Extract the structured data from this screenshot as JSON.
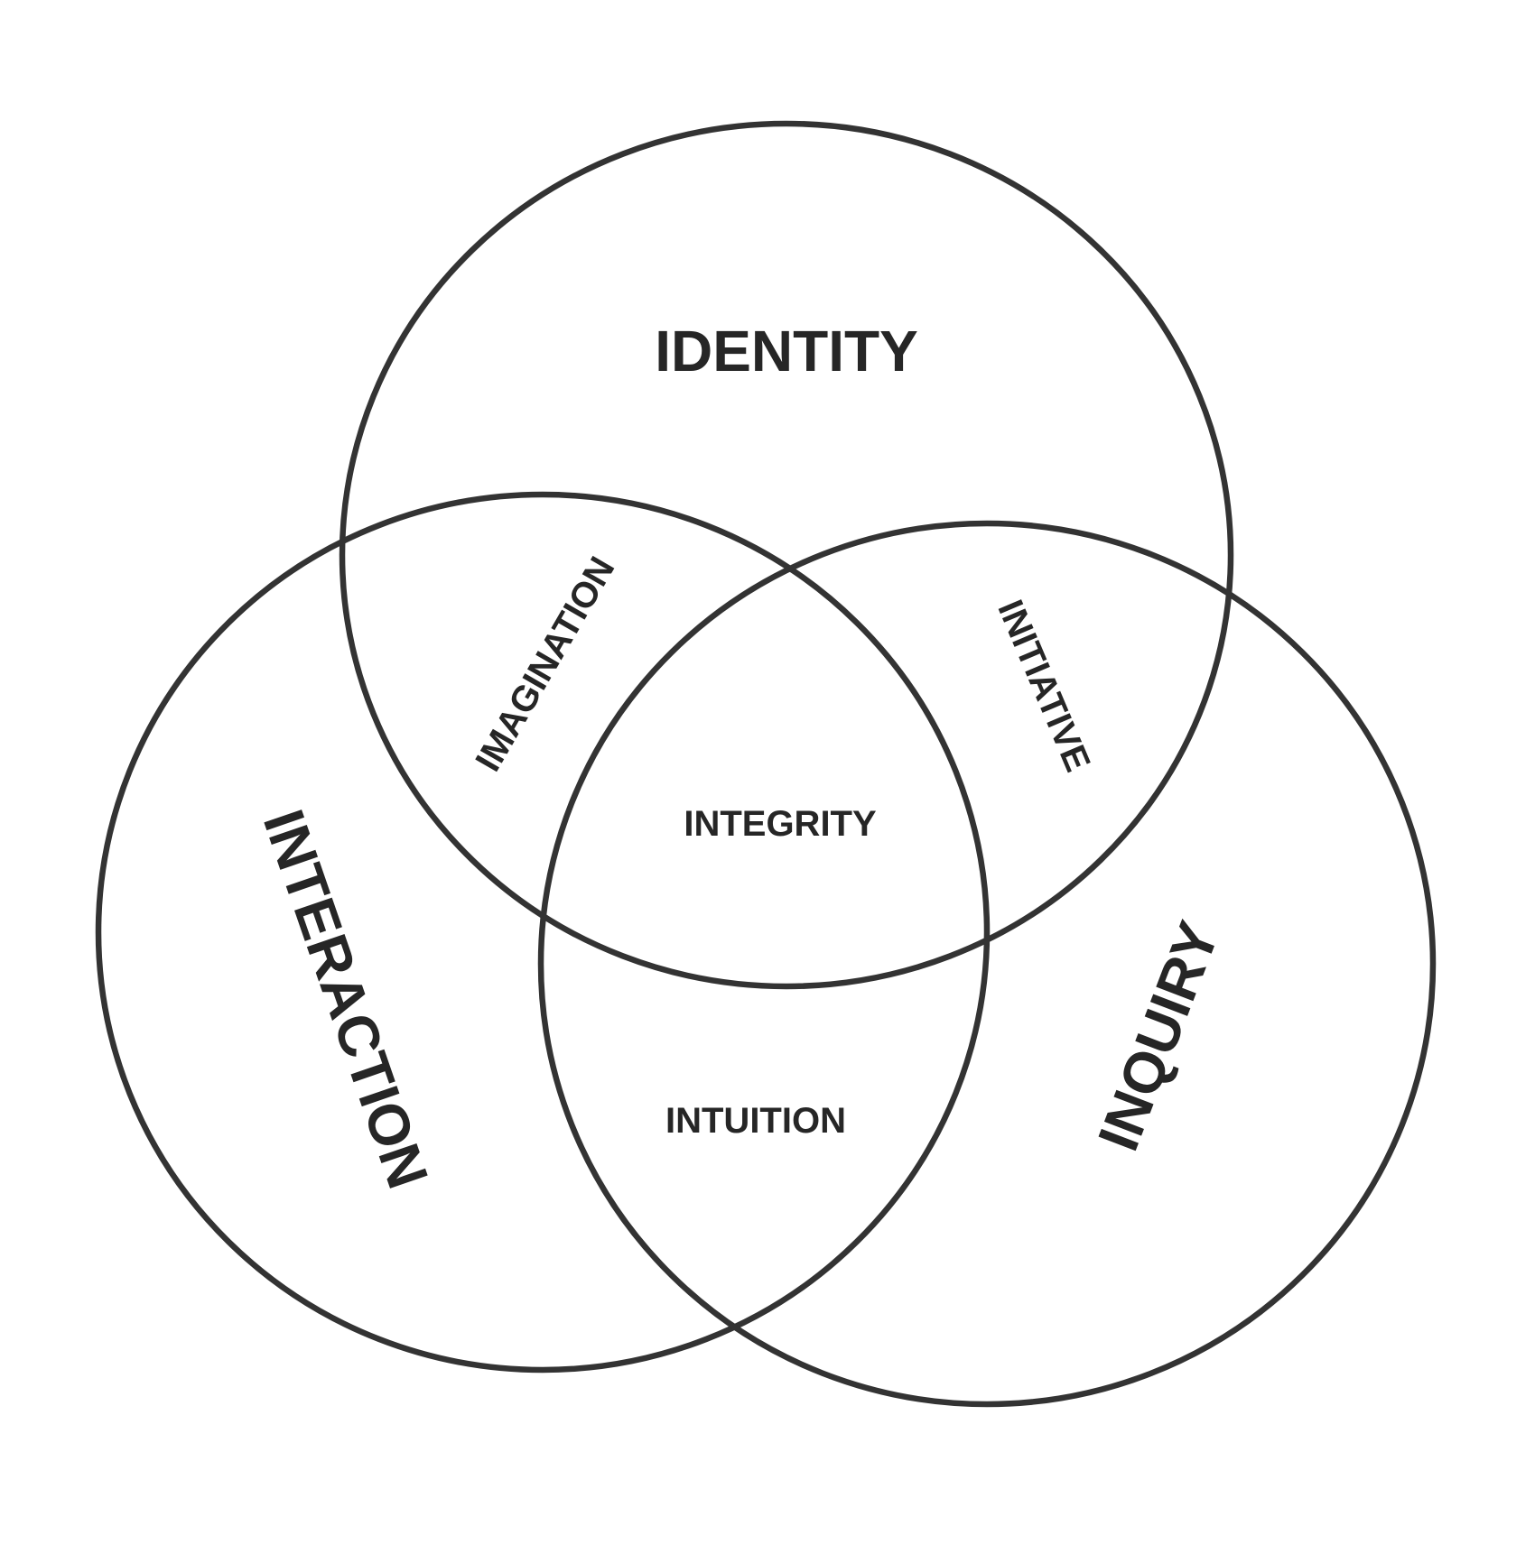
{
  "diagram": {
    "type": "venn",
    "colors": {
      "line": "#333333",
      "text": "#262626",
      "background": "#ffffff"
    },
    "sets": [
      {
        "label": "IDENTITY"
      },
      {
        "label": "INTERACTION"
      },
      {
        "label": "INQUIRY"
      }
    ],
    "intersections": {
      "identity_interaction": "IMAGINATION",
      "identity_inquiry": "INITIATIVE",
      "interaction_inquiry": "INTUITION",
      "all_three": "INTEGRITY"
    }
  }
}
